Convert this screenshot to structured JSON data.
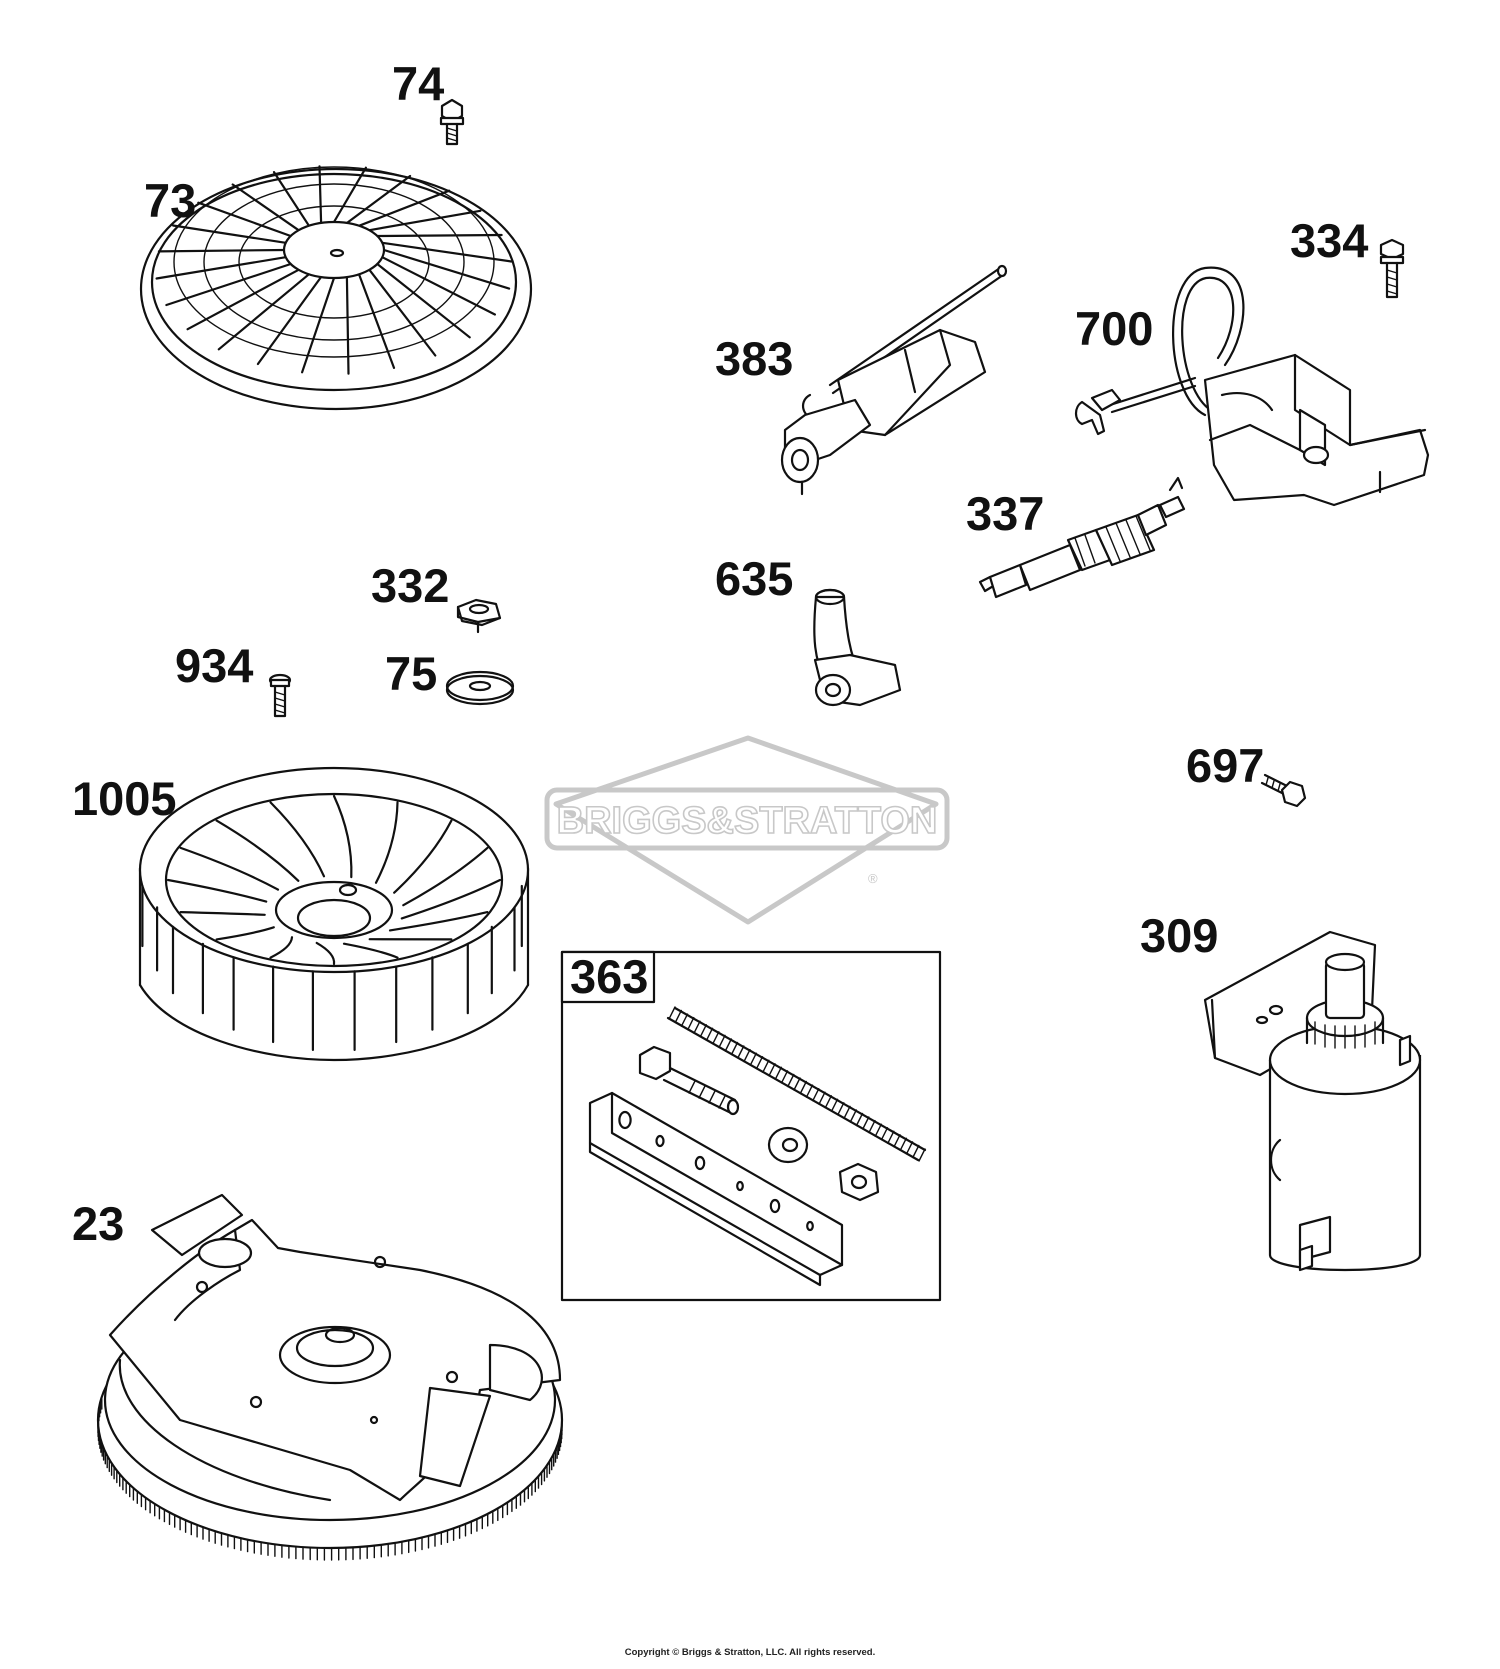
{
  "labels": {
    "p74": "74",
    "p73": "73",
    "p334": "334",
    "p700": "700",
    "p383": "383",
    "p337": "337",
    "p635": "635",
    "p332": "332",
    "p934": "934",
    "p75": "75",
    "p697": "697",
    "p1005": "1005",
    "p309": "309",
    "p363": "363",
    "p23": "23"
  },
  "watermark": {
    "text": "BRIGGS&STRATTON",
    "mark": "®"
  },
  "copyright": "Copyright © Briggs & Stratton, LLC. All rights reserved.",
  "colors": {
    "line": "#111111",
    "watermark": "#c8c8c8",
    "background": "#ffffff"
  }
}
